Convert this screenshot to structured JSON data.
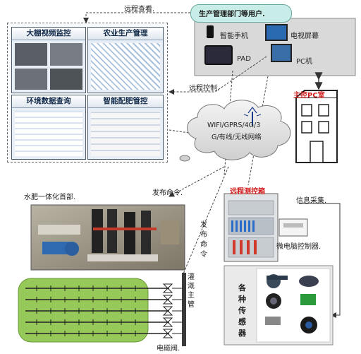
{
  "remote_view_label": "远程查看.",
  "users_label": "生产管理部门等用户.",
  "devices": {
    "smartphone": "智能手机",
    "tv": "电视屏幕",
    "pad": "PAD",
    "pc": "PC机"
  },
  "panels": {
    "greenhouse_monitor": "大棚视频监控",
    "agri_management": "农业生产管理",
    "env_query": "环境数据查询",
    "fertilizer_control": "智能配肥管控"
  },
  "remote_control_label": "远程控制.",
  "main_pc_room_label": "主控PC室",
  "network_label_line1": "WIFI/GPRS/4G/3",
  "network_label_line2": "G/有线/无线网络",
  "publish_command_label": "发布命令.",
  "publish_command_vertical": "发布命令",
  "remote_box_label": "远程测控箱",
  "info_collect_label": "信息采集.",
  "water_fert_label": "水肥一体化首部.",
  "pc_controller_label": "微电脑控制器.",
  "main_pipe_label": "灌溉主管",
  "sensors_label": "各种传感器",
  "valve_label": "电磁阀.",
  "colors": {
    "user_bubble": "#c8ede8",
    "field_green": "#96c95a",
    "panel_navy": "#122a4a",
    "red_text": "#d01c1c"
  }
}
